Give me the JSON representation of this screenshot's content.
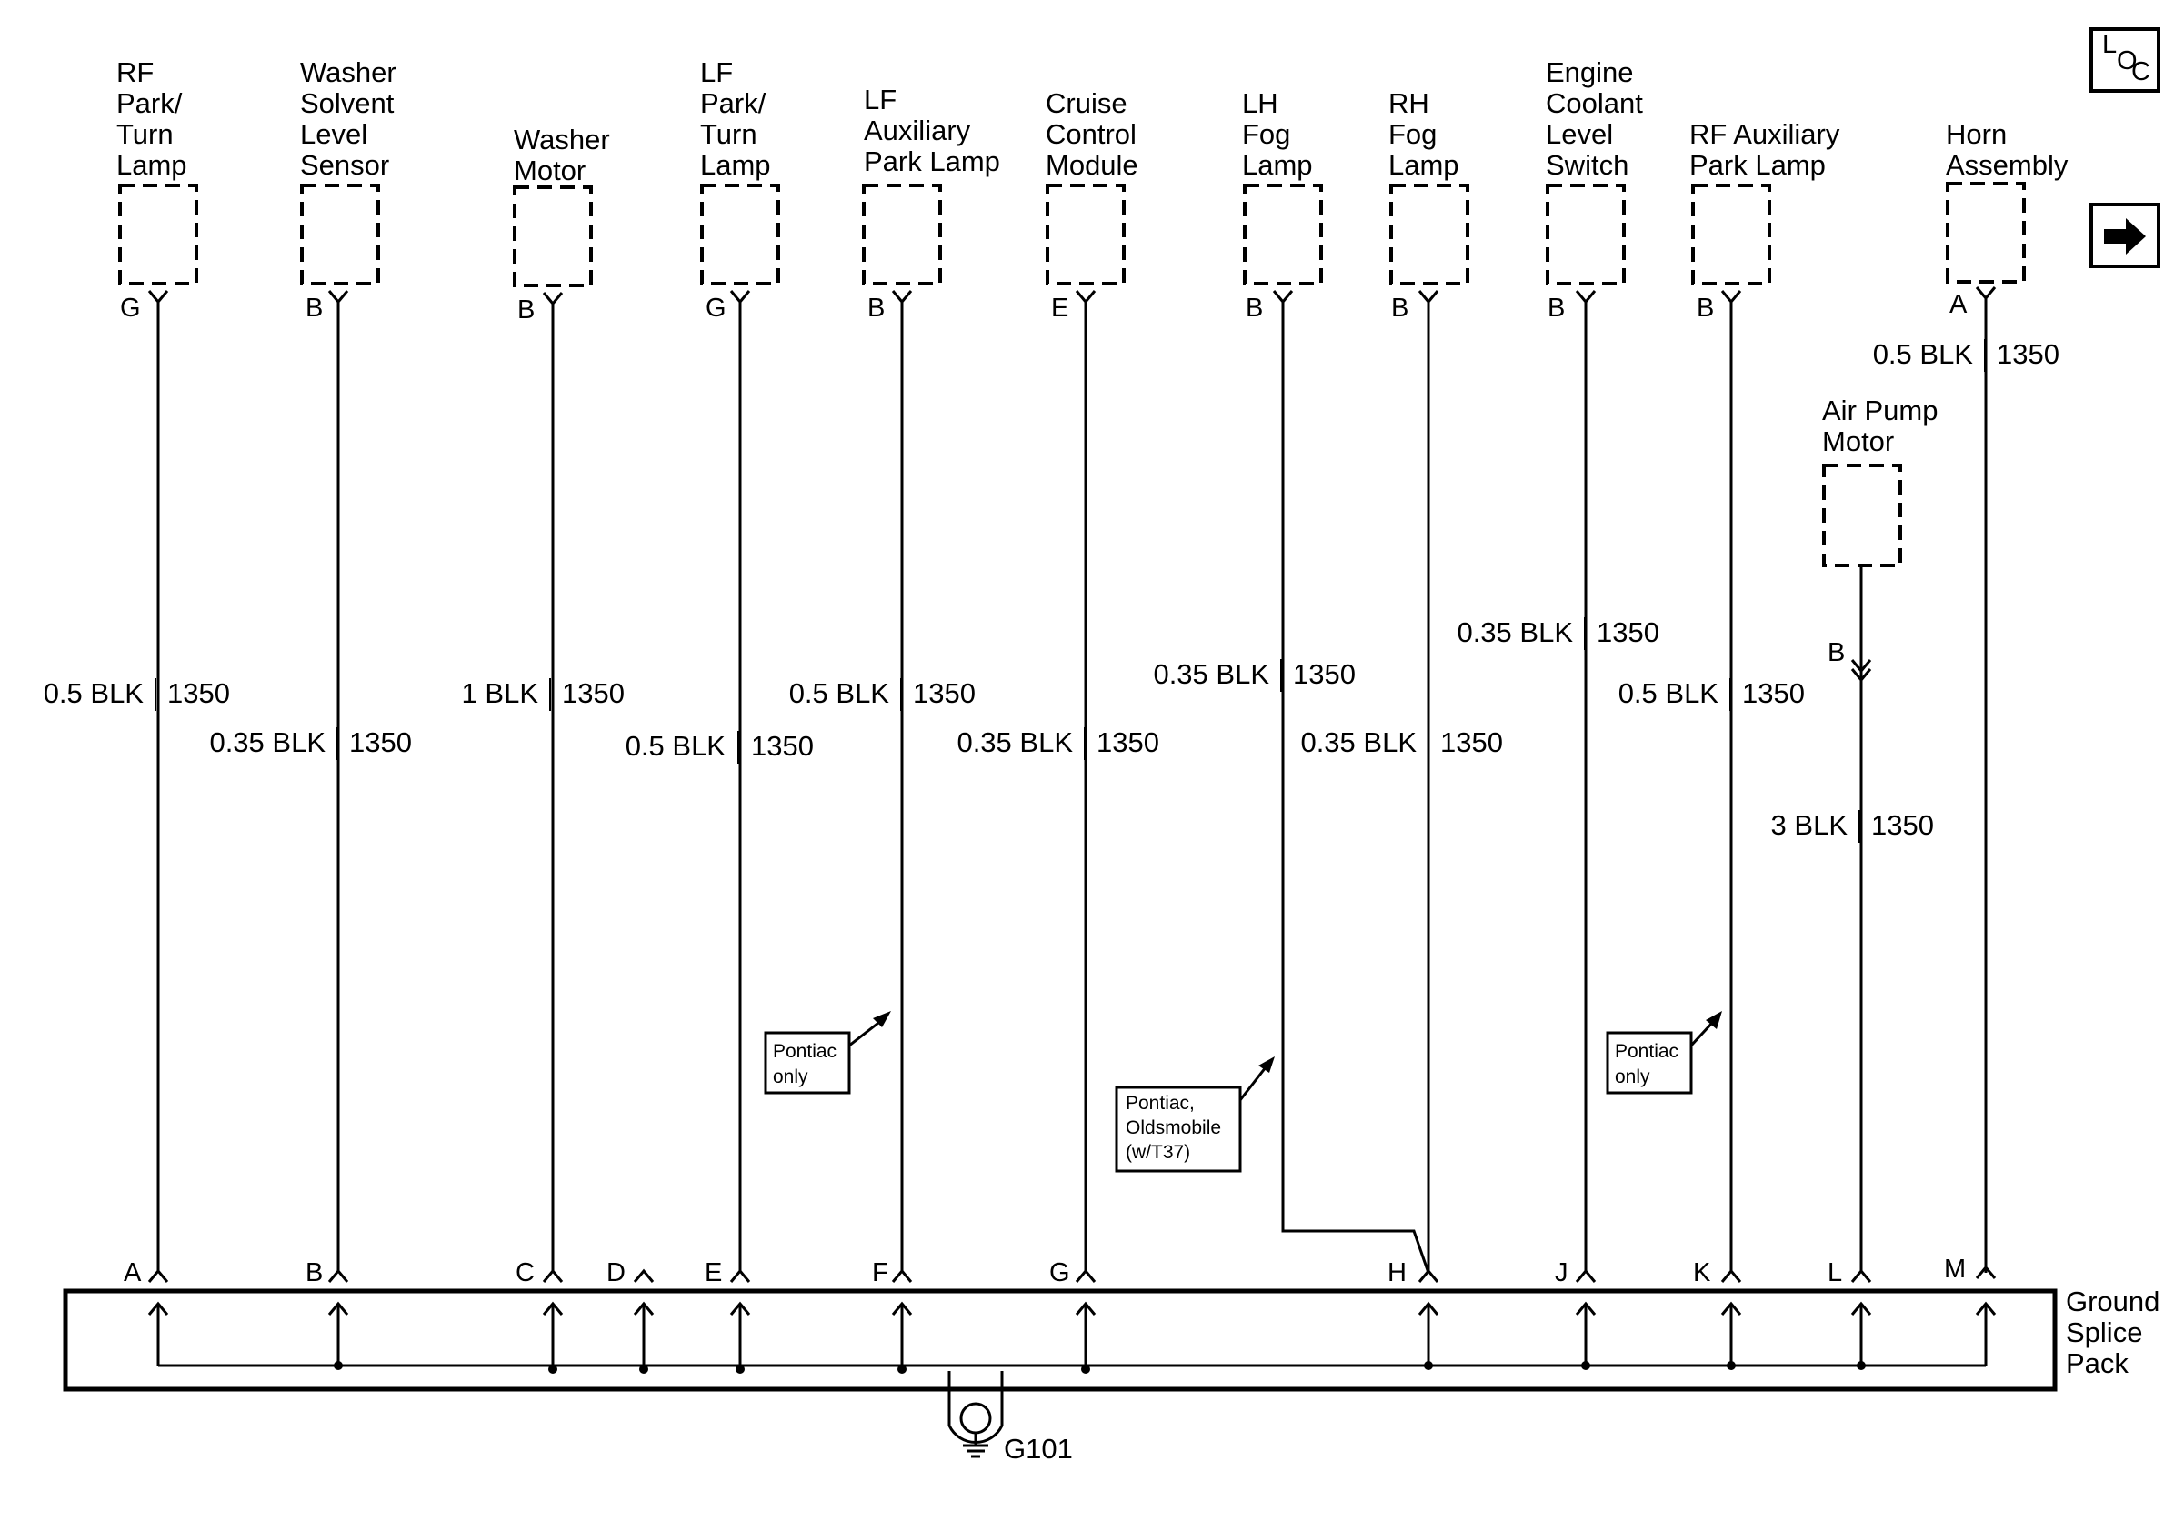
{
  "corner": {
    "loc_letters": [
      "L",
      "O",
      "C"
    ],
    "next_icon": "right-arrow-icon"
  },
  "components": [
    {
      "id": "rf-park-turn-lamp",
      "lines": [
        "RF",
        "Park/",
        "Turn",
        "Lamp"
      ],
      "pin": "G"
    },
    {
      "id": "washer-solvent-level-sensor",
      "lines": [
        "Washer",
        "Solvent",
        "Level",
        "Sensor"
      ],
      "pin": "B"
    },
    {
      "id": "washer-motor",
      "lines": [
        "Washer",
        "Motor"
      ],
      "pin": "B"
    },
    {
      "id": "lf-park-turn-lamp",
      "lines": [
        "LF",
        "Park/",
        "Turn",
        "Lamp"
      ],
      "pin": "G"
    },
    {
      "id": "lf-auxiliary-park-lamp",
      "lines": [
        "LF",
        "Auxiliary",
        "Park Lamp"
      ],
      "pin": "B"
    },
    {
      "id": "cruise-control-module",
      "lines": [
        "Cruise",
        "Control",
        "Module"
      ],
      "pin": "E"
    },
    {
      "id": "lh-fog-lamp",
      "lines": [
        "LH",
        "Fog",
        "Lamp"
      ],
      "pin": "B"
    },
    {
      "id": "rh-fog-lamp",
      "lines": [
        "RH",
        "Fog",
        "Lamp"
      ],
      "pin": "B"
    },
    {
      "id": "engine-coolant-level-switch",
      "lines": [
        "Engine",
        "Coolant",
        "Level",
        "Switch"
      ],
      "pin": "B"
    },
    {
      "id": "rf-auxiliary-park-lamp",
      "lines": [
        "RF Auxiliary",
        "Park Lamp"
      ],
      "pin": "B"
    },
    {
      "id": "horn-assembly",
      "lines": [
        "Horn",
        "Assembly"
      ],
      "pin": "A"
    },
    {
      "id": "air-pump-motor",
      "lines": [
        "Air Pump",
        "Motor"
      ],
      "pin": "B"
    }
  ],
  "wires": [
    {
      "size": "0.5 BLK",
      "circuit": "1350"
    },
    {
      "size": "0.35 BLK",
      "circuit": "1350"
    },
    {
      "size": "1 BLK",
      "circuit": "1350"
    },
    {
      "size": "0.5 BLK",
      "circuit": "1350"
    },
    {
      "size": "0.5 BLK",
      "circuit": "1350"
    },
    {
      "size": "0.35 BLK",
      "circuit": "1350"
    },
    {
      "size": "0.35 BLK",
      "circuit": "1350"
    },
    {
      "size": "0.35 BLK",
      "circuit": "1350"
    },
    {
      "size": "0.35 BLK",
      "circuit": "1350"
    },
    {
      "size": "0.5 BLK",
      "circuit": "1350"
    },
    {
      "size": "0.5 BLK",
      "circuit": "1350"
    },
    {
      "size": "3 BLK",
      "circuit": "1350"
    }
  ],
  "splice_pins": [
    "A",
    "B",
    "C",
    "D",
    "E",
    "F",
    "G",
    "H",
    "J",
    "K",
    "L",
    "M"
  ],
  "notes": [
    {
      "lines": [
        "Pontiac",
        "only"
      ]
    },
    {
      "lines": [
        "Pontiac,",
        "Oldsmobile",
        "(w/T37)"
      ]
    },
    {
      "lines": [
        "Pontiac",
        "only"
      ]
    }
  ],
  "ground_splice_pack": {
    "lines": [
      "Ground",
      "Splice",
      "Pack"
    ]
  },
  "ground": {
    "label": "G101",
    "icon": "ground-symbol-icon"
  }
}
